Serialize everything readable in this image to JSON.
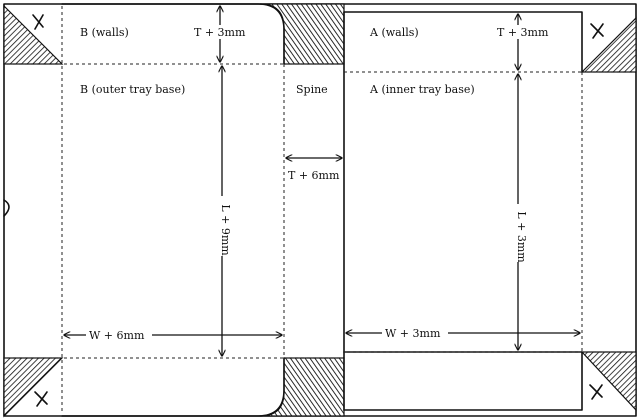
{
  "labels": {
    "b_walls": "B (walls)",
    "b_base": "B (outer tray base)",
    "spine": "Spine",
    "a_walls": "A (walls)",
    "a_base": "A (inner tray base)",
    "t_left": "T + 3mm",
    "t_right": "T + 3mm",
    "l_left": "L + 9mm",
    "l_right": "L + 3mm",
    "t6": "T + 6mm",
    "w_left": "W + 6mm",
    "w_right": "W + 3mm",
    "x_mark": "X"
  }
}
